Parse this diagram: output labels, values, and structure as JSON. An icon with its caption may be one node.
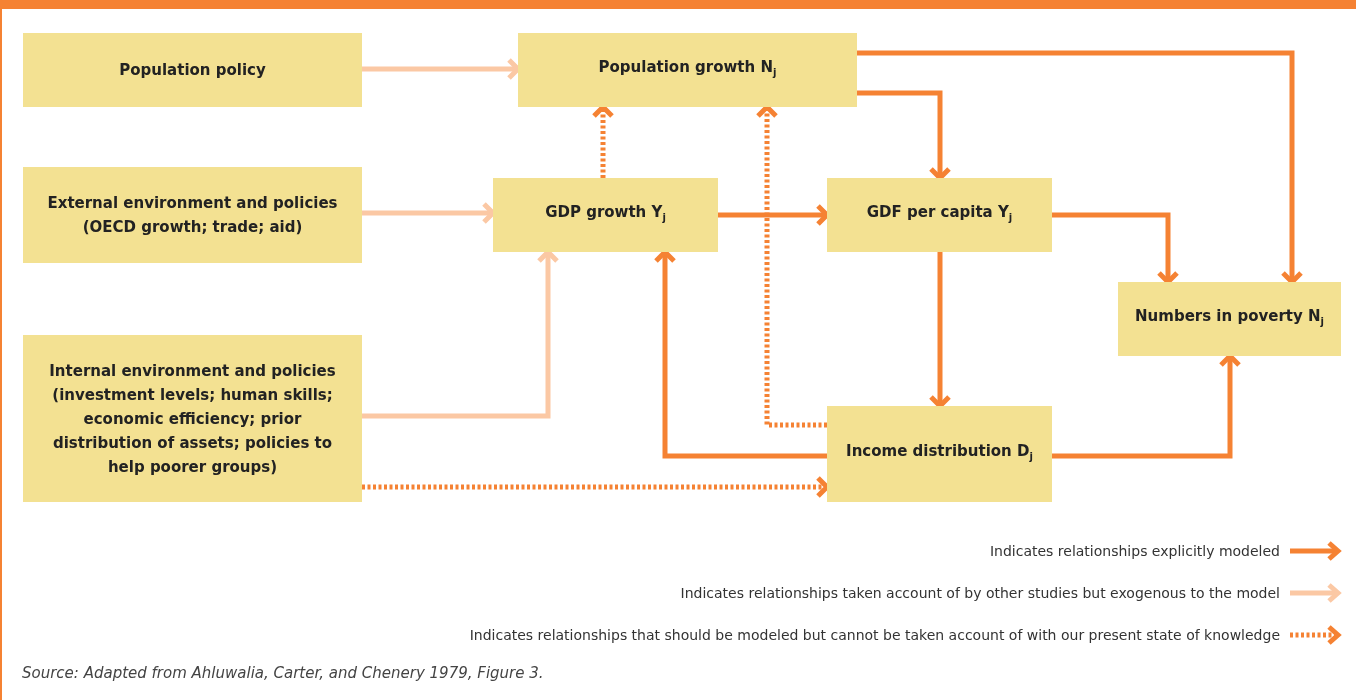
{
  "diagram": {
    "nodes": [
      {
        "text": [
          "Population policy"
        ]
      },
      {
        "text": [
          "Population growth N$_{j}$"
        ]
      },
      {
        "text": [
          "External environment and policies (OECD growth; trade; aid)"
        ]
      },
      {
        "text": [
          "GDP growth Y$_{j}$"
        ]
      },
      {
        "text": [
          "GDF per capita Y$_{j}$"
        ]
      },
      {
        "text": [
          "Numbers in poverty N$_{j}$"
        ]
      },
      {
        "text": [
          "Internal environment and policies (investment levels; human skills; economic efficiency; prior distribution of assets; policies to help poorer groups)"
        ]
      },
      {
        "text": [
          "Income distribution D$_{j}$"
        ]
      }
    ],
    "edges": [
      {
        "from": 0,
        "to": 1,
        "arrow": "to",
        "color": "#fbc8a4"
      },
      {
        "from": 1,
        "to": 4,
        "arrow": "to"
      },
      {
        "from": 1,
        "to": 5,
        "arrow": "to"
      },
      {
        "from": 2,
        "to": 3,
        "arrow": "to",
        "color": "#fbc8a4"
      },
      {
        "from": 3,
        "to": 1,
        "arrow": "to",
        "style": "dashed"
      },
      {
        "from": 3,
        "to": 4,
        "arrow": "to"
      },
      {
        "from": 4,
        "to": 5,
        "arrow": "to"
      },
      {
        "from": 4,
        "to": 7,
        "arrow": "to"
      },
      {
        "from": 6,
        "to": 3,
        "arrow": "to",
        "color": "#fbc8a4"
      },
      {
        "from": 6,
        "to": 7,
        "arrow": "to",
        "style": "dashed"
      },
      {
        "from": 7,
        "to": 3,
        "arrow": "to"
      },
      {
        "from": 7,
        "to": 1,
        "arrow": "to",
        "style": "dashed"
      },
      {
        "from": 7,
        "to": 5,
        "arrow": "to"
      }
    ],
    "legend": [
      {
        "text": "Indicates relationships explicitly modeled"
      },
      {
        "text": "Indicates relationships taken account of by other studies but exogenous to the model"
      },
      {
        "text": "Indicates relationships that should be modeled but cannot be taken account of with our present state of knowledge"
      }
    ],
    "caption": "Source: Adapted from Ahluwalia, Carter, and Chenery 1979, Figure 3."
  }
}
